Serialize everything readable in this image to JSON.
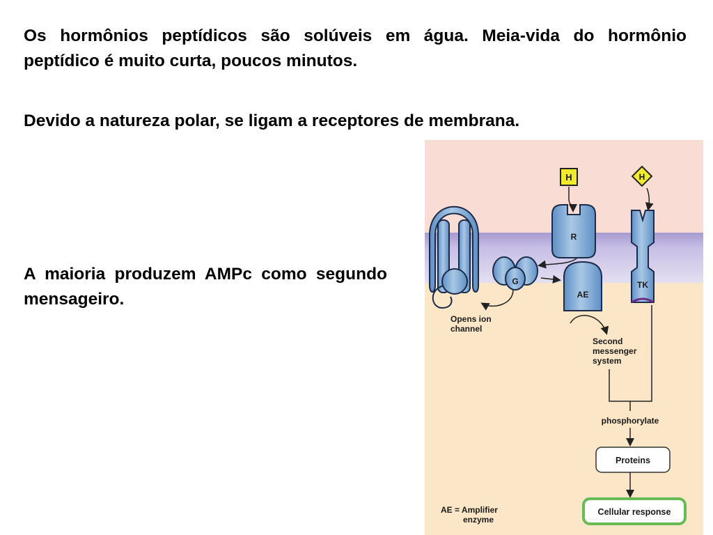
{
  "paragraphs": {
    "p1": "Os hormônios peptídicos são solúveis em água. Meia-vida do hormônio peptídico é muito curta, poucos minutos.",
    "p2": "Devido a natureza polar, se ligam a receptores de membrana.",
    "p3": "A maioria produzem AMPc como segundo mensageiro."
  },
  "figure": {
    "hormone_square": "H",
    "hormone_diamond": "H",
    "receptor": "R",
    "g_protein": "G",
    "amplifier_enzyme": "AE",
    "tyrosine_kinase": "TK",
    "opens_ion_line1": "Opens ion",
    "opens_ion_line2": "channel",
    "second_line1": "Second",
    "second_line2": "messenger",
    "second_line3": "system",
    "phosphorylate": "phosphorylate",
    "proteins": "Proteins",
    "cellular_response": "Cellular response",
    "legend_line1": "AE = Amplifier",
    "legend_line2": "enzyme",
    "colors": {
      "extracellular": "#f9dcd3",
      "membrane": "#b3a6d6",
      "cytoplasm": "#fbe7c7",
      "protein_fill": "#7fa6cf",
      "hormone_fill": "#f2ea2d",
      "response_border": "#66bb55"
    }
  }
}
